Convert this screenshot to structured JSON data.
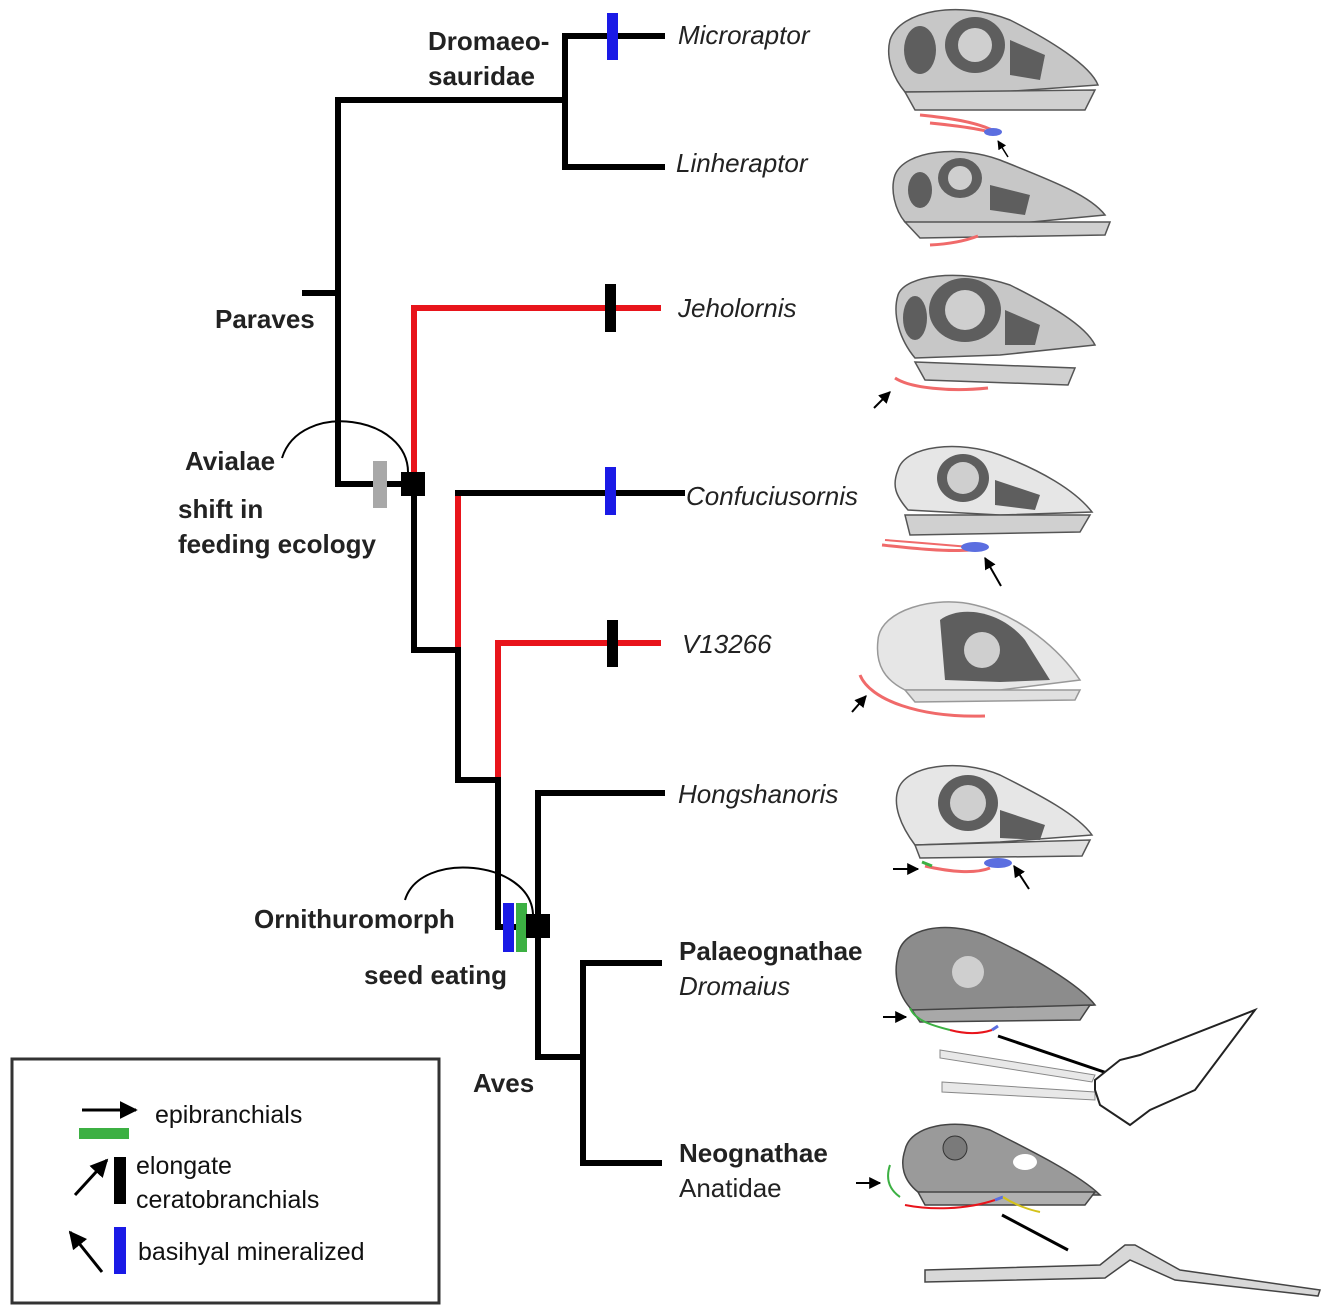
{
  "colors": {
    "branch_default": "#000000",
    "branch_highlight": "#e8141b",
    "marker_elongate": "#000000",
    "marker_basihyal": "#1a1ae6",
    "marker_epibranchial": "#3cb043",
    "marker_shift": "#a8a8a8",
    "skull_fill": "#c7c7c7",
    "skull_dark": "#5e5e5e",
    "eye": "#cfcfcf",
    "hyoid_red": "#f06a6a",
    "hyoid_blue": "#5b6ee0",
    "hyoid_green": "#3cb043",
    "hyoid_yellow": "#d4c21a"
  },
  "clades": {
    "dromaeosauridae_line1": "Dromaeo-",
    "dromaeosauridae_line2": "sauridae",
    "paraves": "Paraves",
    "avialae": "Avialae",
    "shift_line1": "shift in",
    "shift_line2": "feeding ecology",
    "ornithuromorph": "Ornithuromorph",
    "seed_eating": "seed eating",
    "aves": "Aves"
  },
  "taxa": {
    "microraptor": "Microraptor",
    "linheraptor": "Linheraptor",
    "jeholornis": "Jeholornis",
    "confuciusornis": "Confuciusornis",
    "v13266": "V13266",
    "hongshanoris": "Hongshanoris",
    "palaeognathae": "Palaeognathae",
    "dromaius": "Dromaius",
    "neognathae": "Neognathae",
    "anatidae": "Anatidae"
  },
  "legend": {
    "epibranchials": "epibranchials",
    "elongate_line1": "elongate",
    "elongate_line2": "ceratobranchials",
    "basihyal": "basihyal mineralized"
  },
  "icons": {
    "epibranchial_arrow": "right-arrow-icon",
    "elongate_arrow": "up-right-arrow-icon",
    "basihyal_arrow": "up-left-arrow-icon"
  }
}
